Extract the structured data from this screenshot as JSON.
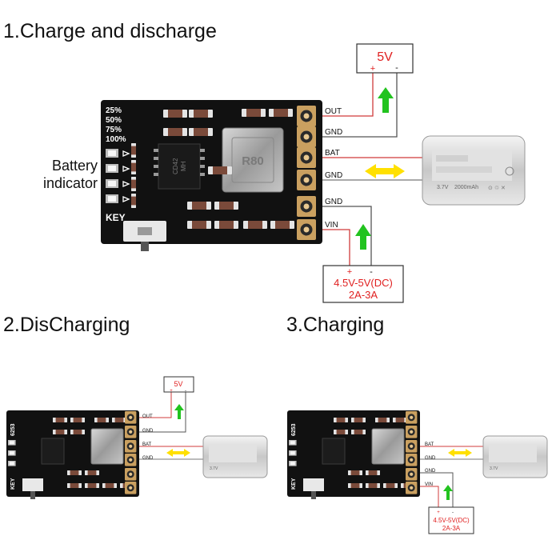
{
  "sections": {
    "main_title": "1.Charge and discharge",
    "discharging_title": "2.DisCharging",
    "charging_title": "3.Charging"
  },
  "side_label": {
    "line1": "Battery",
    "line2": "indicator"
  },
  "board": {
    "key_label": "KEY",
    "ic_text_1": "MH",
    "ic_text_2": "CD42",
    "inductor_text": "R80",
    "percent_labels": [
      "25%",
      "50%",
      "75%",
      "100%"
    ],
    "small_board_text": "6253"
  },
  "pins": [
    "OUT",
    "GND",
    "BAT",
    "GND",
    "GND",
    "VIN"
  ],
  "output_box": {
    "voltage": "5V",
    "plus": "+",
    "minus": "-"
  },
  "input_box": {
    "line1": "4.5V-5V(DC)",
    "line2": "2A-3A",
    "plus": "+",
    "minus": "-"
  },
  "battery": {
    "spec_voltage": "3.7V",
    "spec_capacity": "2000mAh"
  },
  "colors": {
    "wire_red": "#d03b3b",
    "arrow_green": "#22c31f",
    "arrow_yellow": "#ffe000",
    "accent_text": "#e02020",
    "pcb": "#111111"
  }
}
